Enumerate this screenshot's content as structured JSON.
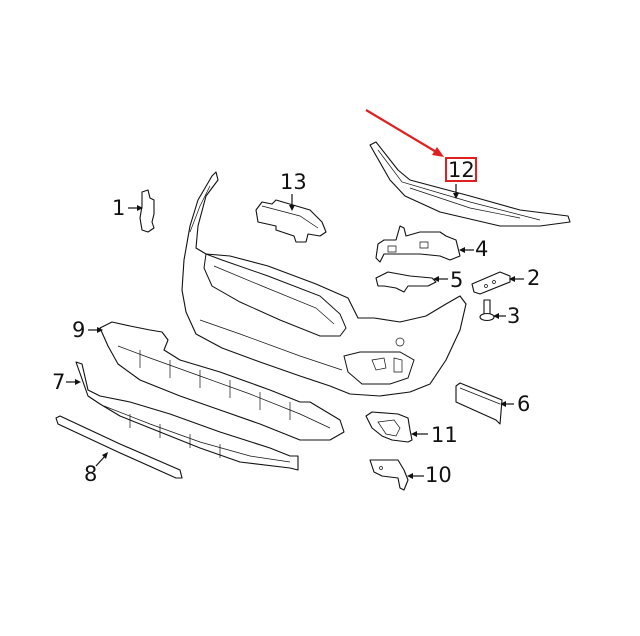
{
  "diagram": {
    "type": "exploded-parts-diagram",
    "subject": "Front bumper cover assembly",
    "highlight_color": "#e02020",
    "highlighted_part": "12",
    "callouts": [
      {
        "id": "c1",
        "label": "1",
        "part": "bracket"
      },
      {
        "id": "c2",
        "label": "2",
        "part": "bracket"
      },
      {
        "id": "c3",
        "label": "3",
        "part": "bolt"
      },
      {
        "id": "c4",
        "label": "4",
        "part": "side bracket"
      },
      {
        "id": "c5",
        "label": "5",
        "part": "side bracket"
      },
      {
        "id": "c6",
        "label": "6",
        "part": "trim panel"
      },
      {
        "id": "c7",
        "label": "7",
        "part": "lower spoiler"
      },
      {
        "id": "c8",
        "label": "8",
        "part": "trim strip"
      },
      {
        "id": "c9",
        "label": "9",
        "part": "lower deflector"
      },
      {
        "id": "c10",
        "label": "10",
        "part": "bracket"
      },
      {
        "id": "c11",
        "label": "11",
        "part": "fog lamp bezel"
      },
      {
        "id": "c12",
        "label": "12",
        "part": "upper retainer"
      },
      {
        "id": "c13",
        "label": "13",
        "part": "absorber"
      }
    ]
  }
}
